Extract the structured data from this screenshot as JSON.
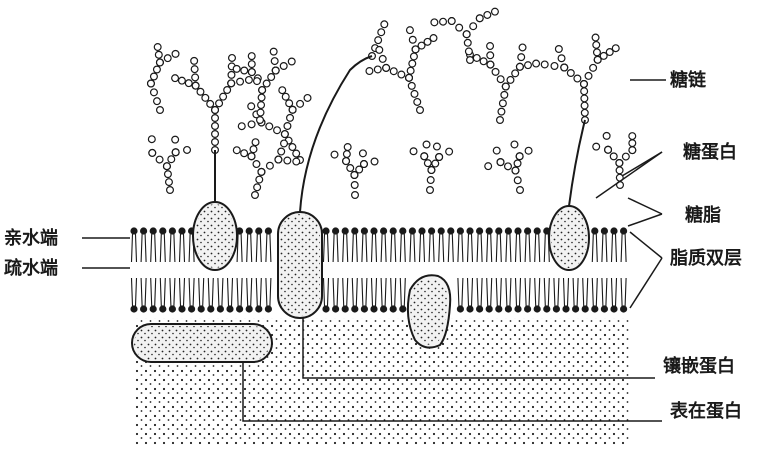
{
  "labels": {
    "sugar_chain": "糖链",
    "glycoprotein": "糖蛋白",
    "glycolipid": "糖脂",
    "lipid_bilayer": "脂质双层",
    "integral_protein": "镶嵌蛋白",
    "peripheral_protein": "表在蛋白",
    "hydrophilic_end": "亲水端",
    "hydrophobic_end": "疏水端"
  },
  "colors": {
    "ink": "#1a1a1a",
    "protein_fill": "#f2f2f2"
  }
}
